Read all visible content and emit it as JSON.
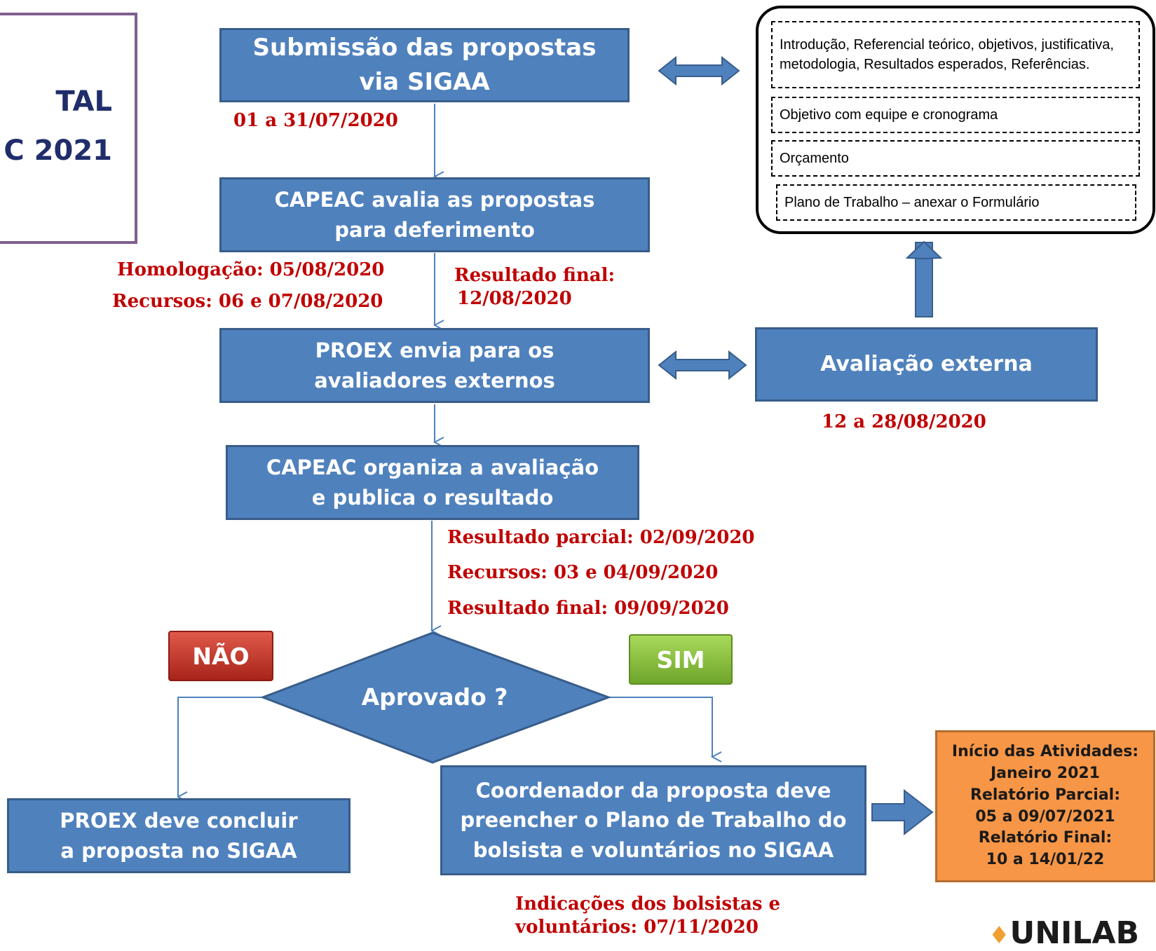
{
  "title": {
    "line1": "TAL",
    "line2": "C 2021"
  },
  "boxes": {
    "submissao": "Submissão das propostas via SIGAA",
    "capeac_avalia": "CAPEAC avalia as propostas para deferimento",
    "proex_envia": "PROEX envia para os avaliadores externos",
    "avaliacao_externa": "Avaliação externa",
    "capeac_organiza": "CAPEAC  organiza a avaliação e publica o resultado",
    "aprovado": "Aprovado ?",
    "proex_concluir": "PROEX deve concluir a proposta no SIGAA",
    "coordenador": "Coordenador da proposta deve preencher o Plano de Trabalho do bolsista e voluntários no SIGAA"
  },
  "dates": {
    "submissao": "01 a 31/07/2020",
    "homologacao": "Homologação: 05/08/2020",
    "recursos1": "Recursos: 06 e 07/08/2020",
    "resultado_final1_a": "Resultado final:",
    "resultado_final1_b": "12/08/2020",
    "avaliacao_externa": "12 a 28/08/2020",
    "resultado_parcial": "Resultado parcial: 02/09/2020",
    "recursos2": "Recursos: 03 e 04/09/2020",
    "resultado_final2": "Resultado final: 09/09/2020",
    "indicacoes_a": "Indicações dos bolsistas e",
    "indicacoes_b": "voluntários: 07/11/2020"
  },
  "checklist": [
    "Introdução, Referencial teórico, objetivos, justificativa, metodologia, Resultados esperados, Referências.",
    "Objetivo com equipe e cronograma",
    "Orçamento",
    "Plano de Trabalho – anexar o Formulário"
  ],
  "decisions": {
    "nao": "NÃO",
    "sim": "SIM"
  },
  "schedule": [
    "Início das Atividades:",
    "Janeiro 2021",
    "Relatório Parcial:",
    "05 a 09/07/2021",
    "Relatório Final:",
    "10 a 14/01/22"
  ],
  "logo": "UNILAB",
  "colors": {
    "box_fill": "#4f81bd",
    "box_border": "#385d8a",
    "date_text": "#c00000",
    "nao_button": "#c0392b",
    "sim_button": "#8cc63f",
    "schedule_fill": "#f79646"
  }
}
